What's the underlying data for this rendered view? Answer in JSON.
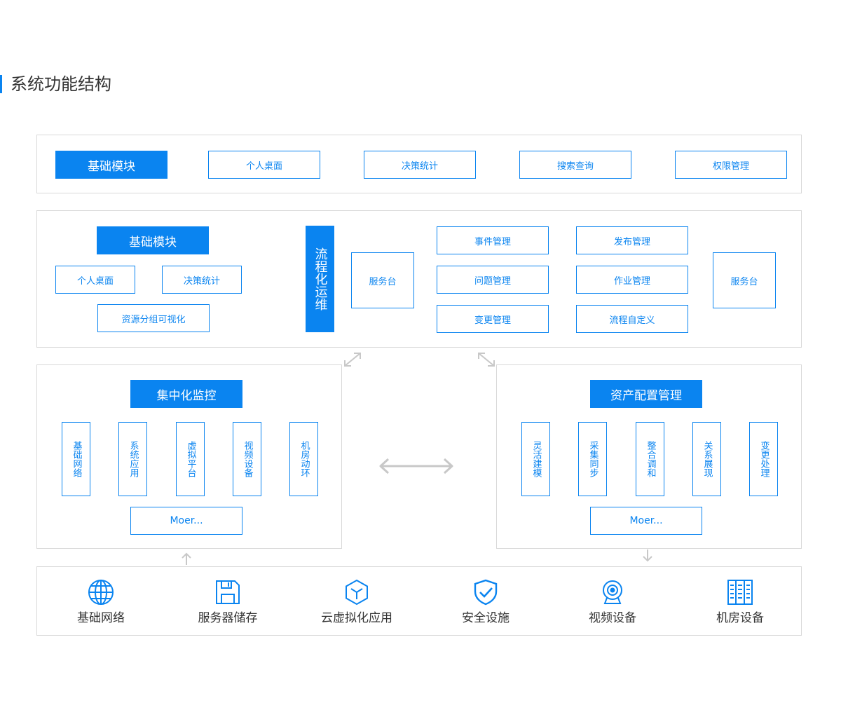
{
  "heading": "系统功能结构",
  "top_row": {
    "module": "基础模块",
    "items": [
      "个人桌面",
      "决策统计",
      "搜索查询",
      "权限管理"
    ]
  },
  "ops_panel": {
    "module": "基础模块",
    "left_items": [
      "个人桌面",
      "决策统计",
      "资源分组可视化"
    ],
    "vertical_title": "流程化运维",
    "service_desk_left": "服务台",
    "mid_items": [
      "事件管理",
      "问题管理",
      "变更管理"
    ],
    "right_items": [
      "发布管理",
      "作业管理",
      "流程自定义"
    ],
    "service_desk_right": "服务台"
  },
  "monitor_panel": {
    "title": "集中化监控",
    "items": [
      "基础网络",
      "系统应用",
      "虚拟平台",
      "视频设备",
      "机房动环"
    ],
    "more": "Moer..."
  },
  "asset_panel": {
    "title": "资产配置管理",
    "items": [
      "灵活建模",
      "采集同步",
      "整合调和",
      "关系展现",
      "变更处理"
    ],
    "more": "Moer..."
  },
  "infrastructure": [
    {
      "label": "基础网络",
      "icon": "globe-icon"
    },
    {
      "label": "服务器储存",
      "icon": "floppy-disk-icon"
    },
    {
      "label": "云虚拟化应用",
      "icon": "cube-icon"
    },
    {
      "label": "安全设施",
      "icon": "shield-check-icon"
    },
    {
      "label": "视频设备",
      "icon": "webcam-icon"
    },
    {
      "label": "机房设备",
      "icon": "server-rack-icon"
    }
  ],
  "colors": {
    "accent": "#0a84f0",
    "border": "#d9d9d9",
    "arrow": "#c8c8c8",
    "text": "#333333"
  }
}
